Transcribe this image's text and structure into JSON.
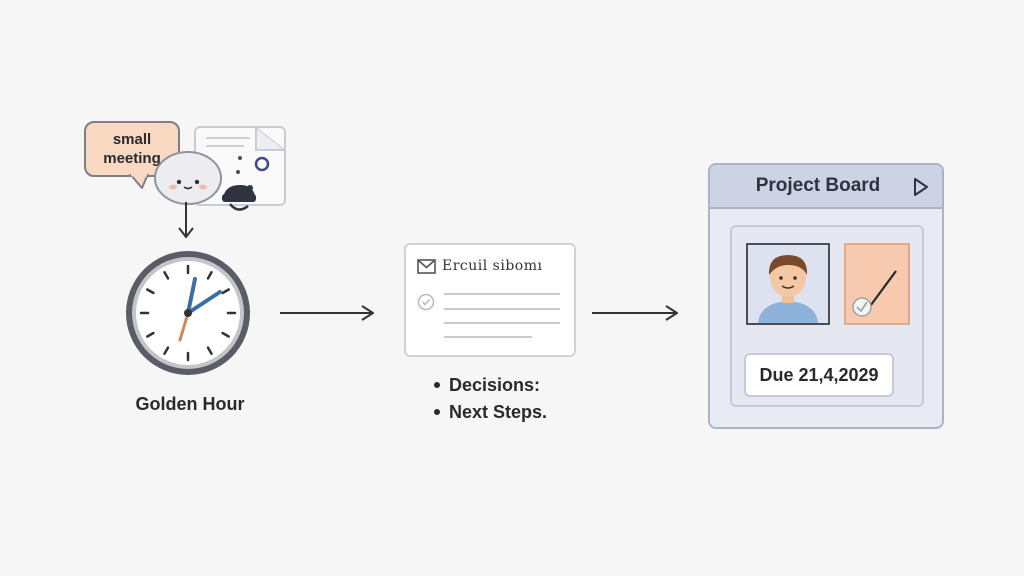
{
  "meeting": {
    "bubble_line1": "small",
    "bubble_line2": "meeting",
    "mascot_icon": "blob-mascot-icon",
    "document_icon": "document-icon"
  },
  "clock": {
    "label": "Golden Hour",
    "icon": "clock-icon"
  },
  "email": {
    "subject": "Ercuil sibomı",
    "icon": "envelope-icon",
    "check_icon": "check-circle-icon",
    "bullets": [
      "Decisions:",
      "Next Steps."
    ]
  },
  "board": {
    "title": "Project Board",
    "due": "Due 21,4,2029",
    "play_icon": "play-icon",
    "avatar_icon": "avatar-icon",
    "task_icon": "pen-check-icon"
  },
  "colors": {
    "bubble_fill": "#f9d9c2",
    "board_header": "#cdd2e4",
    "task_fill": "#f7c9ae",
    "clock_hand_blue": "#3d6ea3",
    "clock_hand_orange": "#c98a58"
  }
}
